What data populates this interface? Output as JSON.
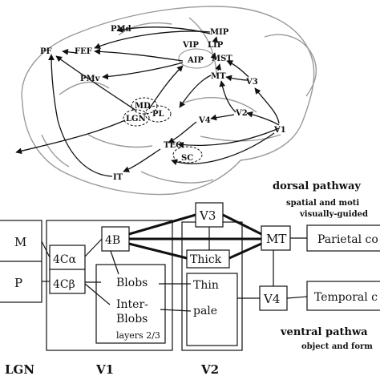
{
  "brain_areas": {
    "pmd": "PMd",
    "pf": "PF",
    "fef": "FEF",
    "vip": "VIP",
    "aip": "AIP",
    "pmv": "PMv",
    "mip": "MIP",
    "lip": "LIP",
    "mst": "MST",
    "mt": "MT",
    "v3": "V3",
    "v2": "V2",
    "v4": "V4",
    "v1": "V1",
    "md": "MD",
    "pl": "PL",
    "lgn": "LGN",
    "teo": "TEO",
    "sc": "SC",
    "it": "IT"
  },
  "pathways": {
    "dorsal_title": "dorsal pathway",
    "dorsal_sub1": "spatial and moti",
    "dorsal_sub2": "visually-guided",
    "ventral_title": "ventral pathwa",
    "ventral_sub": "object and form"
  },
  "flow": {
    "lgn_m": "M",
    "lgn_p": "P",
    "v1_4ca": "4Cα",
    "v1_4cb": "4Cβ",
    "v1_4b": "4B",
    "v1_blobs": "Blobs",
    "v1_inter1": "Inter-",
    "v1_inter2": "Blobs",
    "v1_layers": "layers 2/3",
    "v3": "V3",
    "v2_thick": "Thick",
    "v2_thin": "Thin",
    "v2_pale": "pale",
    "mt": "MT",
    "v4": "V4",
    "parietal": "Parietal co",
    "temporal": "Temporal c"
  },
  "columns": {
    "lgn": "LGN",
    "v1": "V1",
    "v2": "V2"
  }
}
